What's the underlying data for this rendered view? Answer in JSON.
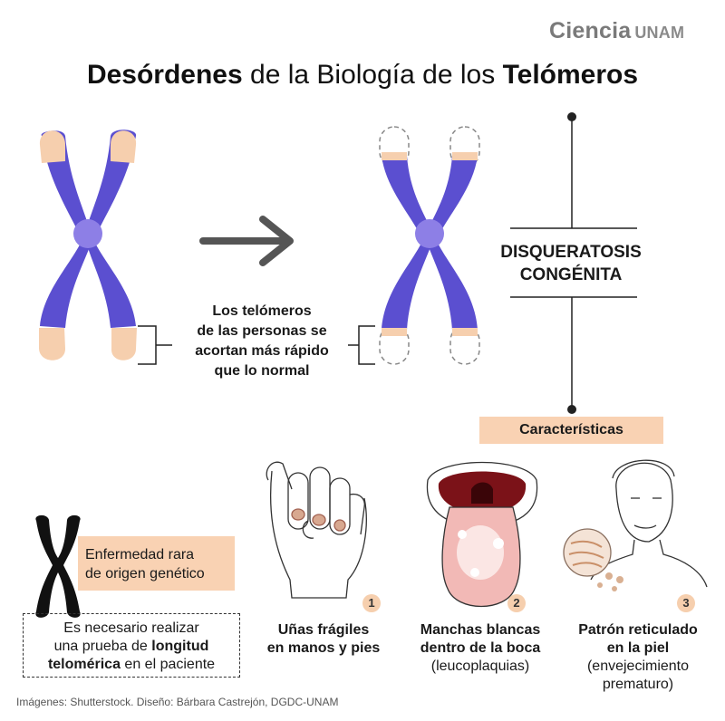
{
  "logo": {
    "brand": "Ciencia",
    "suffix": "UNAM"
  },
  "title": {
    "bold1": "Desórdenes",
    "mid": " de la Biología de los ",
    "bold2": "Telómeros"
  },
  "telomere_note": [
    "Los telómeros",
    "de las personas se",
    "acortan más rápido",
    "que lo normal"
  ],
  "disease": {
    "line1": "DISQUERATOSIS",
    "line2": "CONGÉNITA"
  },
  "characteristics_label": "Características",
  "rare_box": {
    "line1": "Enfermedad rara",
    "line2": "de origen genético"
  },
  "test_box": {
    "line1": "Es necesario realizar",
    "line2_pre": "una prueba de ",
    "line2_bold": "longitud",
    "line3_bold": "telomérica",
    "line3_post": " en el paciente"
  },
  "features": [
    {
      "number": "1",
      "line1": "Uñas frágiles",
      "line2": "en manos y pies",
      "sub1": "",
      "sub2": ""
    },
    {
      "number": "2",
      "line1": "Manchas blancas",
      "line2": "dentro de la boca",
      "sub1": "(leucoplaquias)",
      "sub2": ""
    },
    {
      "number": "3",
      "line1": "Patrón reticulado",
      "line2": "en la piel",
      "sub1": "(envejecimiento",
      "sub2": "prematuro)"
    }
  ],
  "credits": "Imágenes: Shutterstock. Diseño: Bárbara Castrejón, DGDC-UNAM",
  "colors": {
    "chromosome": "#5b4fd0",
    "telomere": "#f6cfae",
    "accent_box": "#f9d2b3",
    "text": "#1a1a1a"
  }
}
